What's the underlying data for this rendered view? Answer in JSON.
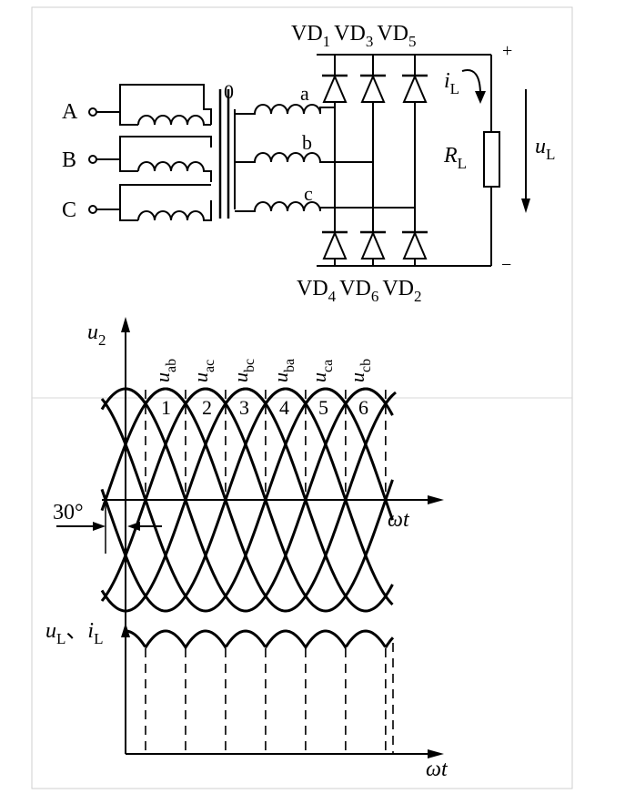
{
  "circuit": {
    "inputs": [
      "A",
      "B",
      "C"
    ],
    "neutral_label": "0",
    "secondary": [
      "a",
      "b",
      "c"
    ],
    "top_diodes": {
      "parts": [
        "VD",
        "VD",
        "VD"
      ],
      "subs": [
        "1",
        "3",
        "5"
      ]
    },
    "bottom_diodes": {
      "parts": [
        "VD",
        "VD",
        "VD"
      ],
      "subs": [
        "4",
        "6",
        "2"
      ]
    },
    "plus": "+",
    "minus": "−",
    "current": {
      "main": "i",
      "sub": "L"
    },
    "voltage": {
      "main": "u",
      "sub": "L"
    },
    "resistor": {
      "main": "R",
      "sub": "L"
    }
  },
  "waveform": {
    "y_axis": {
      "main": "u",
      "sub": "2"
    },
    "x_axis": "ωt",
    "angle_label": "30°",
    "curves": [
      {
        "main": "u",
        "sub": "ab"
      },
      {
        "main": "u",
        "sub": "ac"
      },
      {
        "main": "u",
        "sub": "bc"
      },
      {
        "main": "u",
        "sub": "ba"
      },
      {
        "main": "u",
        "sub": "ca"
      },
      {
        "main": "u",
        "sub": "cb"
      }
    ],
    "intervals": [
      "1",
      "2",
      "3",
      "4",
      "5",
      "6"
    ]
  },
  "output": {
    "y_axis": {
      "a": "u",
      "a_sub": "L",
      "sep": "、",
      "b": "i",
      "b_sub": "L"
    },
    "x_axis": "ωt"
  }
}
